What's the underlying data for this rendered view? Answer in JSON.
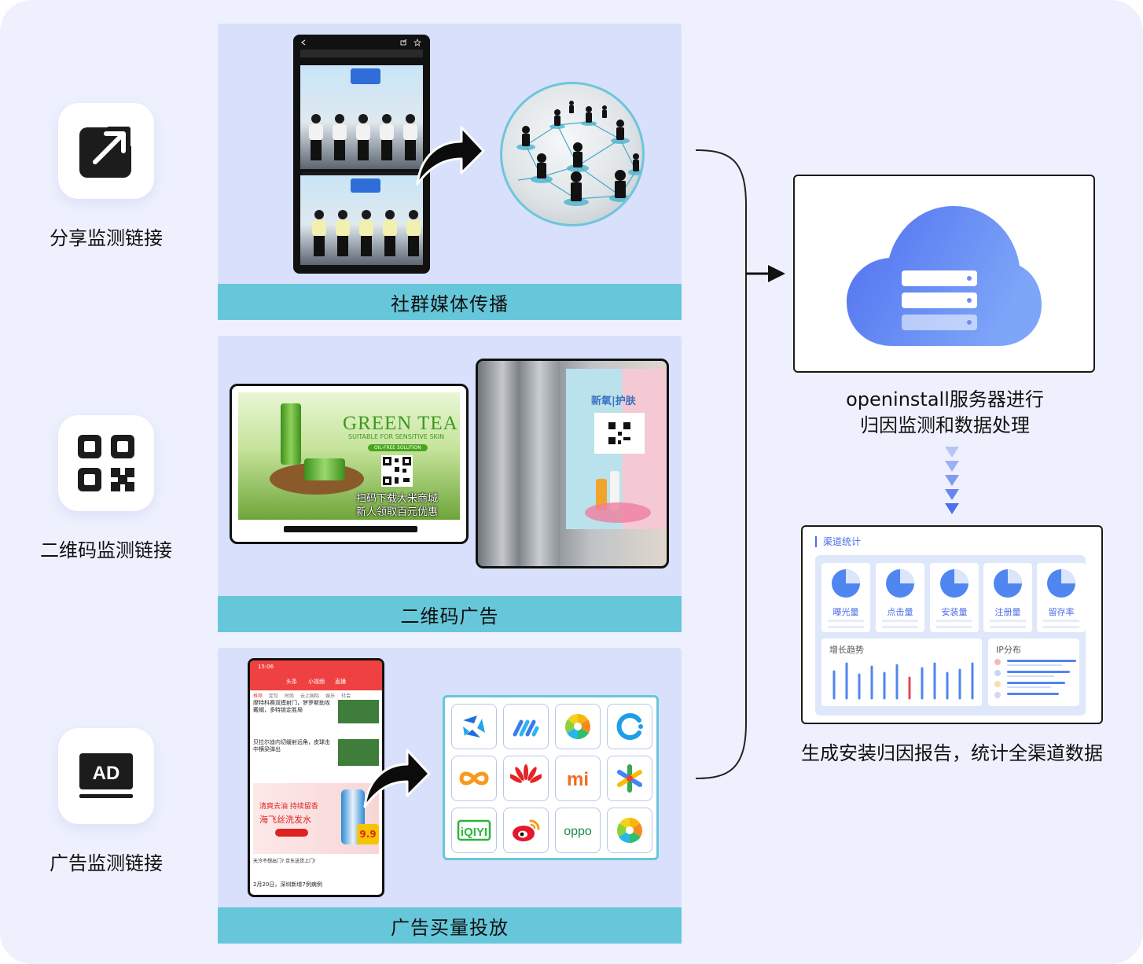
{
  "sources": [
    {
      "label": "分享监测链接",
      "icon": "share-icon"
    },
    {
      "label": "二维码监测链接",
      "icon": "qr-code-icon"
    },
    {
      "label": "广告监测链接",
      "icon": "ad-icon",
      "badge": "AD"
    }
  ],
  "panels": [
    {
      "label": "社群媒体传播"
    },
    {
      "label": "二维码广告"
    },
    {
      "label": "广告买量投放"
    }
  ],
  "tv_ad": {
    "brand": "GREEN TEA",
    "tagline": "SUITABLE FOR SENSITIVE SKIN",
    "pill": "OIL-FREE SOLUTION",
    "line1": "扫码下载大米商城",
    "line2": "新人领取百元优惠"
  },
  "elevator_ad": {
    "title": "新氧|护肤"
  },
  "server": {
    "caption_line1": "openinstall服务器进行",
    "caption_line2": "归因监测和数据处理"
  },
  "report": {
    "title": "渠道统计",
    "metrics": [
      "曝光量",
      "点击量",
      "安装量",
      "注册量",
      "留存率"
    ],
    "trend_title": "增长趋势",
    "ip_title": "IP分布",
    "caption": "生成安装归因报告，统计全渠道数据"
  },
  "news_app": {
    "time": "15:06",
    "tabs": [
      "头条",
      "小视频",
      "直播"
    ],
    "categories": [
      "推荐",
      "定位",
      "时尚",
      "云上国际",
      "娱乐",
      "社会"
    ],
    "headline1": "摩特科赛双摸射门，梦罗斯助攻戴帽，多特锁定胜局",
    "headline2": "贝拉尔迪内切缓射远角，皮球击中横梁弹出",
    "ad_text1": "清爽去油 持续留香",
    "ad_text2": "海飞丝洗发水",
    "price": "9.9",
    "headline3": "天冷不想出门? 京东送货上门!",
    "headline4": "2月20日，深圳新增7例病例"
  },
  "apps": [
    "tencent-app-icon",
    "bytedance-app-icon",
    "app-store-icon",
    "qihoo-app-icon",
    "baidu-app-icon",
    "huawei-app-icon",
    "xiaomi-app-icon",
    "google-play-icon",
    "iqiyi-app-icon",
    "weibo-app-icon",
    "oppo-app-icon",
    "vivo-app-icon"
  ],
  "app_labels": {
    "xiaomi": "mi",
    "iqiyi": "iQIYI",
    "oppo": "oppo"
  },
  "colors": {
    "background": "#eef1fd",
    "panel": "#d8e0fb",
    "panel_bar": "#67c7da",
    "accent": "#4c6ee8",
    "cloud_start": "#4f6ff0",
    "cloud_end": "#7ea6f8"
  }
}
